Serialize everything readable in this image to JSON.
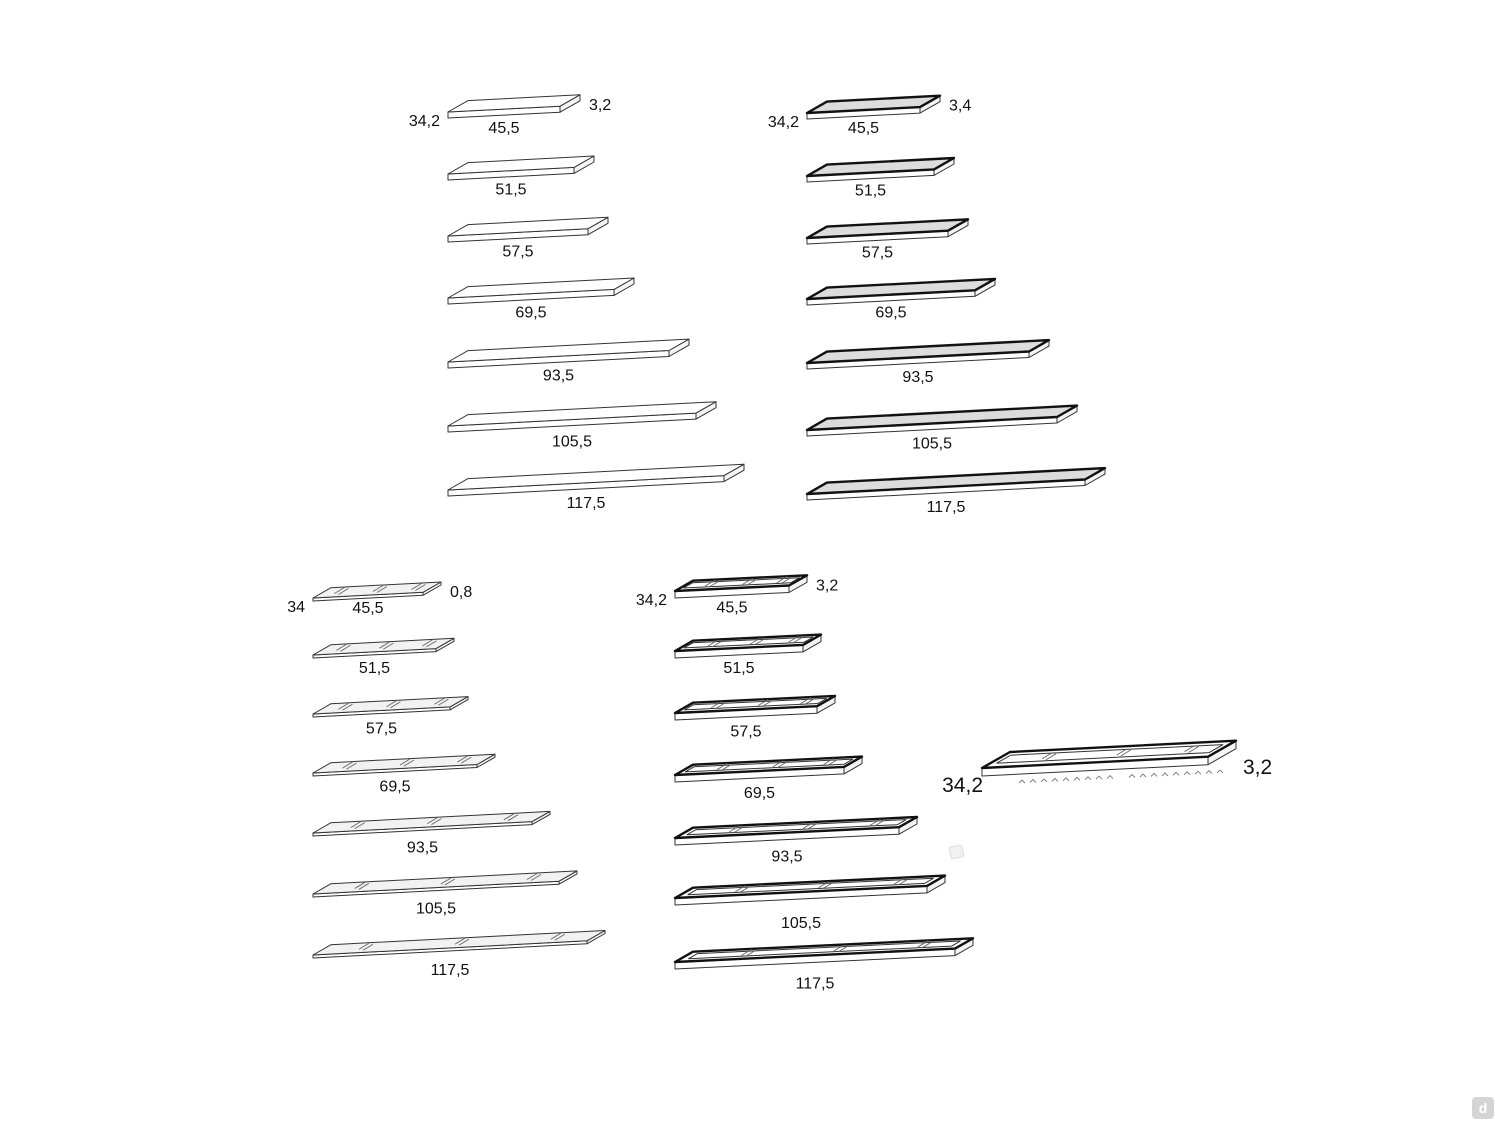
{
  "colors": {
    "background": "#ffffff",
    "shelf_top_plain": "#ffffff",
    "shelf_top_frame_fill": "#dcdcdc",
    "glass_top": "#f2f2f2",
    "stroke": "#333333",
    "label": "#111111"
  },
  "groups": [
    {
      "id": "plain",
      "style": "plain",
      "depth_label": "34,2",
      "thickness_label": "3,2",
      "width_labels": [
        "45,5",
        "51,5",
        "57,5",
        "69,5",
        "93,5",
        "105,5",
        "117,5"
      ]
    },
    {
      "id": "framed",
      "style": "framed",
      "depth_label": "34,2",
      "thickness_label": "3,4",
      "width_labels": [
        "45,5",
        "51,5",
        "57,5",
        "69,5",
        "93,5",
        "105,5",
        "117,5"
      ]
    },
    {
      "id": "glass",
      "style": "glass",
      "depth_label": "34",
      "thickness_label": "0,8",
      "width_labels": [
        "45,5",
        "51,5",
        "57,5",
        "69,5",
        "93,5",
        "105,5",
        "117,5"
      ]
    },
    {
      "id": "glass-tray",
      "style": "glass-tray",
      "depth_label": "34,2",
      "thickness_label": "3,2",
      "width_labels": [
        "45,5",
        "51,5",
        "57,5",
        "69,5",
        "93,5",
        "105,5",
        "117,5"
      ]
    }
  ],
  "feature_shelf": {
    "style": "lit-tray",
    "depth_label": "34,2",
    "thickness_label": "3,2"
  },
  "brand_mark": "d",
  "icons": [
    "brand-logo-icon",
    "drawing-marker-icon"
  ]
}
